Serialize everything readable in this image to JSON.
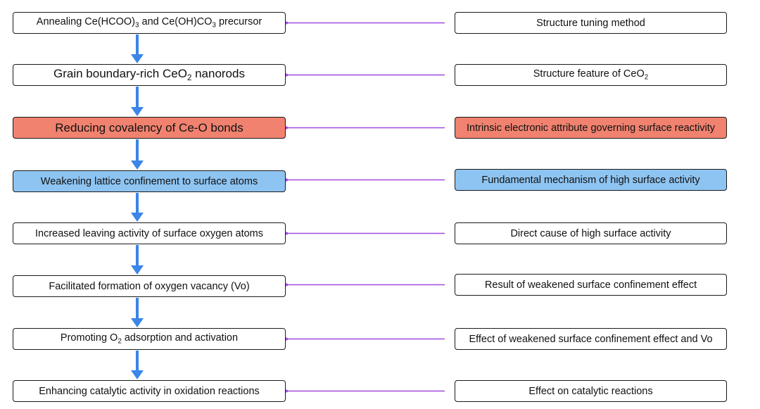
{
  "flow_steps": [
    {
      "id": "s1",
      "parts": [
        "Annealing Ce(HCOO)",
        {
          "sub": "3"
        },
        "  and Ce(OH)CO",
        {
          "sub": "3"
        },
        " precursor"
      ]
    },
    {
      "id": "s2",
      "parts": [
        "Grain boundary-rich CeO",
        {
          "sub": "2"
        },
        " nanorods"
      ]
    },
    {
      "id": "s3",
      "parts": [
        "Reducing covalency of Ce-O bonds"
      ]
    },
    {
      "id": "s4",
      "parts": [
        "Weakening lattice confinement to surface atoms"
      ]
    },
    {
      "id": "s5",
      "parts": [
        "Increased leaving activity of surface oxygen atoms"
      ]
    },
    {
      "id": "s6",
      "parts": [
        "Facilitated formation of oxygen vacancy (Vo)"
      ]
    },
    {
      "id": "s7",
      "parts": [
        "Promoting O",
        {
          "sub": "2"
        },
        " adsorption and activation"
      ]
    },
    {
      "id": "s8",
      "parts": [
        "Enhancing catalytic activity in oxidation reactions"
      ]
    }
  ],
  "descriptions": [
    {
      "id": "d1",
      "parts": [
        "Structure tuning method"
      ]
    },
    {
      "id": "d2",
      "parts": [
        "Structure feature of CeO",
        {
          "sub": "2"
        }
      ]
    },
    {
      "id": "d3",
      "parts": [
        "Intrinsic electronic attribute governing surface reactivity"
      ]
    },
    {
      "id": "d4",
      "parts": [
        "Fundamental mechanism of high surface activity"
      ]
    },
    {
      "id": "d5",
      "parts": [
        "Direct cause of high surface activity"
      ]
    },
    {
      "id": "d6",
      "parts": [
        "Result of weakened surface confinement effect"
      ]
    },
    {
      "id": "d7",
      "parts": [
        "Effect of weakened surface confinement effect  and Vo"
      ]
    },
    {
      "id": "d8",
      "parts": [
        "Effect on catalytic reactions"
      ]
    }
  ],
  "colors": {
    "highlight_red": "#f0826f",
    "highlight_blue": "#8ec4f1",
    "flow_arrow": "#3b86e8",
    "link_arrow": "#a14be0"
  }
}
